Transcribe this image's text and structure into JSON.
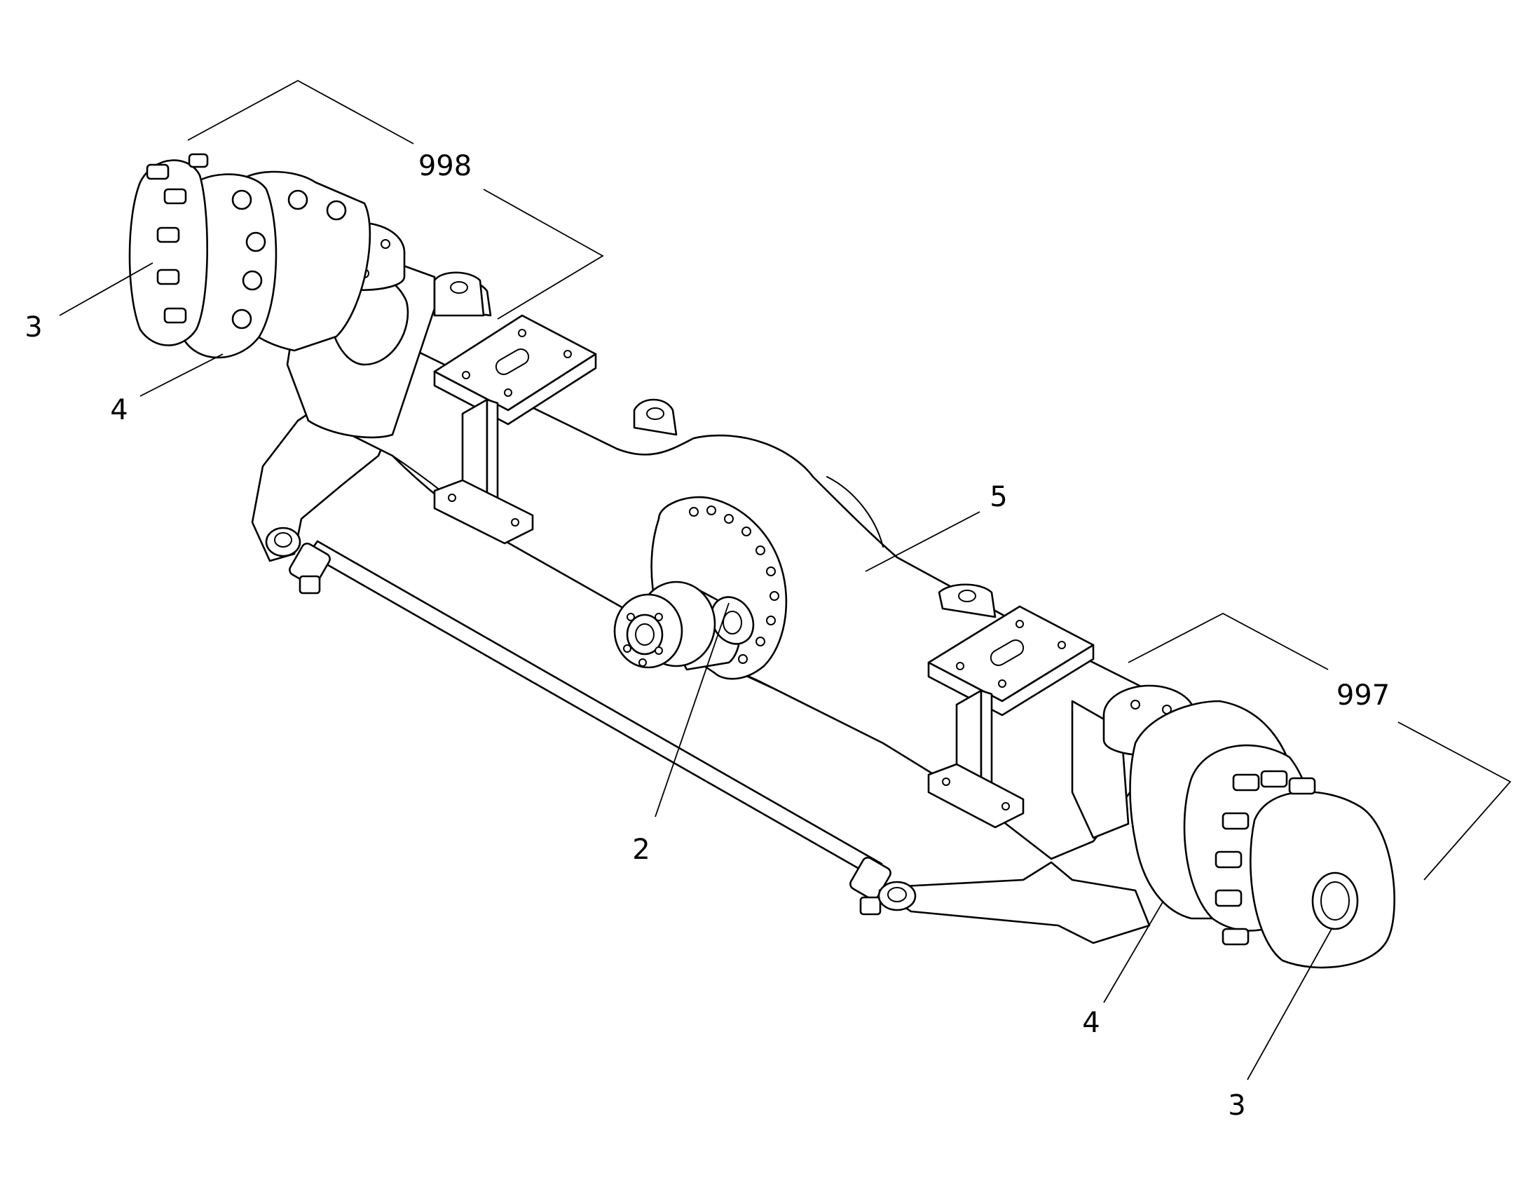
{
  "callouts": {
    "group_998": "998",
    "group_997": "997",
    "item_3_left": "3",
    "item_4_left": "4",
    "item_5": "5",
    "item_2": "2",
    "item_4_right": "4",
    "item_3_right": "3"
  },
  "colors": {
    "line": "#000000",
    "background": "#ffffff"
  }
}
